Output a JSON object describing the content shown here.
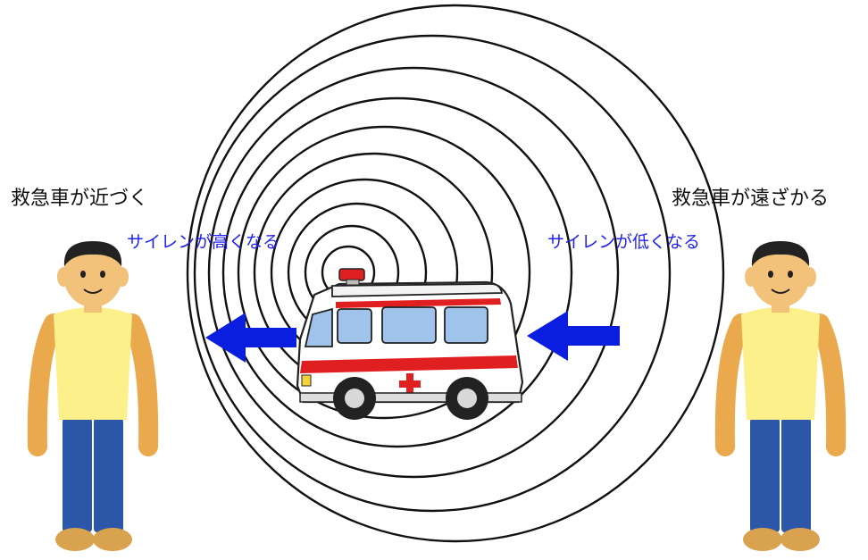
{
  "labels": {
    "left_caption": "救急車が近づく",
    "right_caption": "救急車が遠ざかる",
    "left_siren": "サイレンが高くなる",
    "right_siren": "サイレンが低くなる"
  },
  "colors": {
    "siren_text": "#2222ee",
    "arrow": "#0a1ee0",
    "wave_line": "#111111",
    "ambulance_stripe": "#e02020",
    "ambulance_body": "#ffffff",
    "window": "#9fc3ea",
    "shirt": "#fbf08a",
    "pants": "#2c56a8",
    "skin": "#f2c17a"
  },
  "icons": {
    "vehicle": "ambulance-icon",
    "person": "person-icon",
    "arrow": "arrow-left-icon"
  }
}
